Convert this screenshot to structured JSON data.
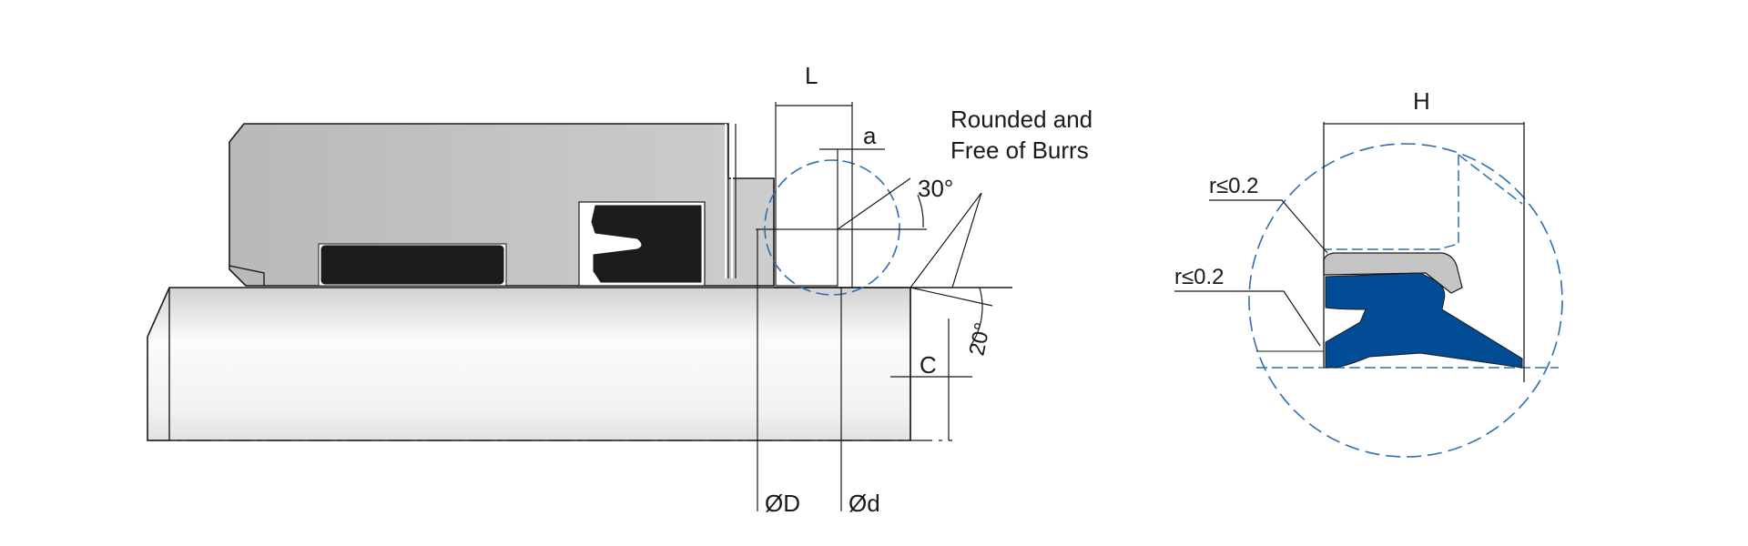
{
  "labels": {
    "L": "L",
    "a": "a",
    "angle_30": "30°",
    "angle_20": "20°",
    "note_line1": "Rounded and",
    "note_line2": "Free of Burrs",
    "C": "C",
    "D": "ØD",
    "d": "Ød",
    "H": "H",
    "r_top": "r≤0.2",
    "r_bottom": "r≤0.2"
  },
  "colors": {
    "housing": "#c4c4c4",
    "seal_black": "#1c1c1c",
    "seal_blue": "#024c96",
    "detail_circle": "#2f6db5",
    "line": "#1a1a1a"
  }
}
